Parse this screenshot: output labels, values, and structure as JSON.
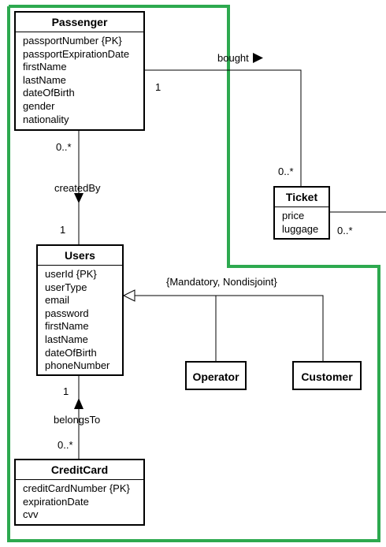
{
  "classes": {
    "passenger": {
      "name": "Passenger",
      "attributes": [
        "passportNumber {PK}",
        "passportExpirationDate",
        "firstName",
        "lastName",
        "dateOfBirth",
        "gender",
        "nationality"
      ]
    },
    "ticket": {
      "name": "Ticket",
      "attributes": [
        "price",
        "luggage"
      ]
    },
    "users": {
      "name": "Users",
      "attributes": [
        "userId {PK}",
        "userType",
        "email",
        "password",
        "firstName",
        "lastName",
        "dateOfBirth",
        "phoneNumber"
      ]
    },
    "operator": {
      "name": "Operator"
    },
    "customer": {
      "name": "Customer"
    },
    "creditcard": {
      "name": "CreditCard",
      "attributes": [
        "creditCardNumber {PK}",
        "expirationDate",
        "cvv"
      ]
    }
  },
  "associations": {
    "bought": {
      "label": "bought",
      "passenger_mult": "1",
      "ticket_mult": "0..*"
    },
    "ticket_right": {
      "mult": "0..*"
    },
    "created_by": {
      "label": "createdBy",
      "passenger_mult": "0..*",
      "users_mult": "1"
    },
    "belongs_to": {
      "label": "belongsTo",
      "users_mult": "1",
      "creditcard_mult": "0..*"
    },
    "generalization": {
      "constraint": "{Mandatory, Nondisjoint}"
    }
  },
  "highlight_color": "#2da94f"
}
